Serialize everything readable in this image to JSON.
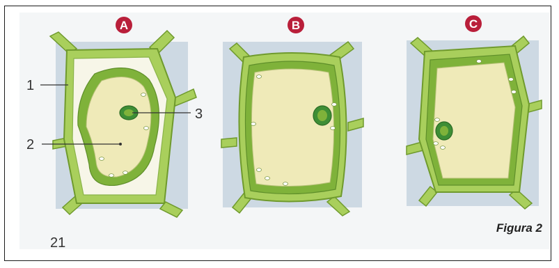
{
  "panels": [
    {
      "letter": "A"
    },
    {
      "letter": "B"
    },
    {
      "letter": "C"
    }
  ],
  "labels": {
    "one": "1",
    "two": "2",
    "three": "3",
    "page_number": "21"
  },
  "caption": "Figura 2",
  "colors": {
    "cell_wall": "#a9cf5c",
    "cytoplasm": "#7fb23a",
    "vacuole": "#efeab8",
    "space": "#f7f6e8",
    "nucleus": "#3e8e35",
    "background": "#cdd9e3",
    "badge": "#b91f3a"
  }
}
